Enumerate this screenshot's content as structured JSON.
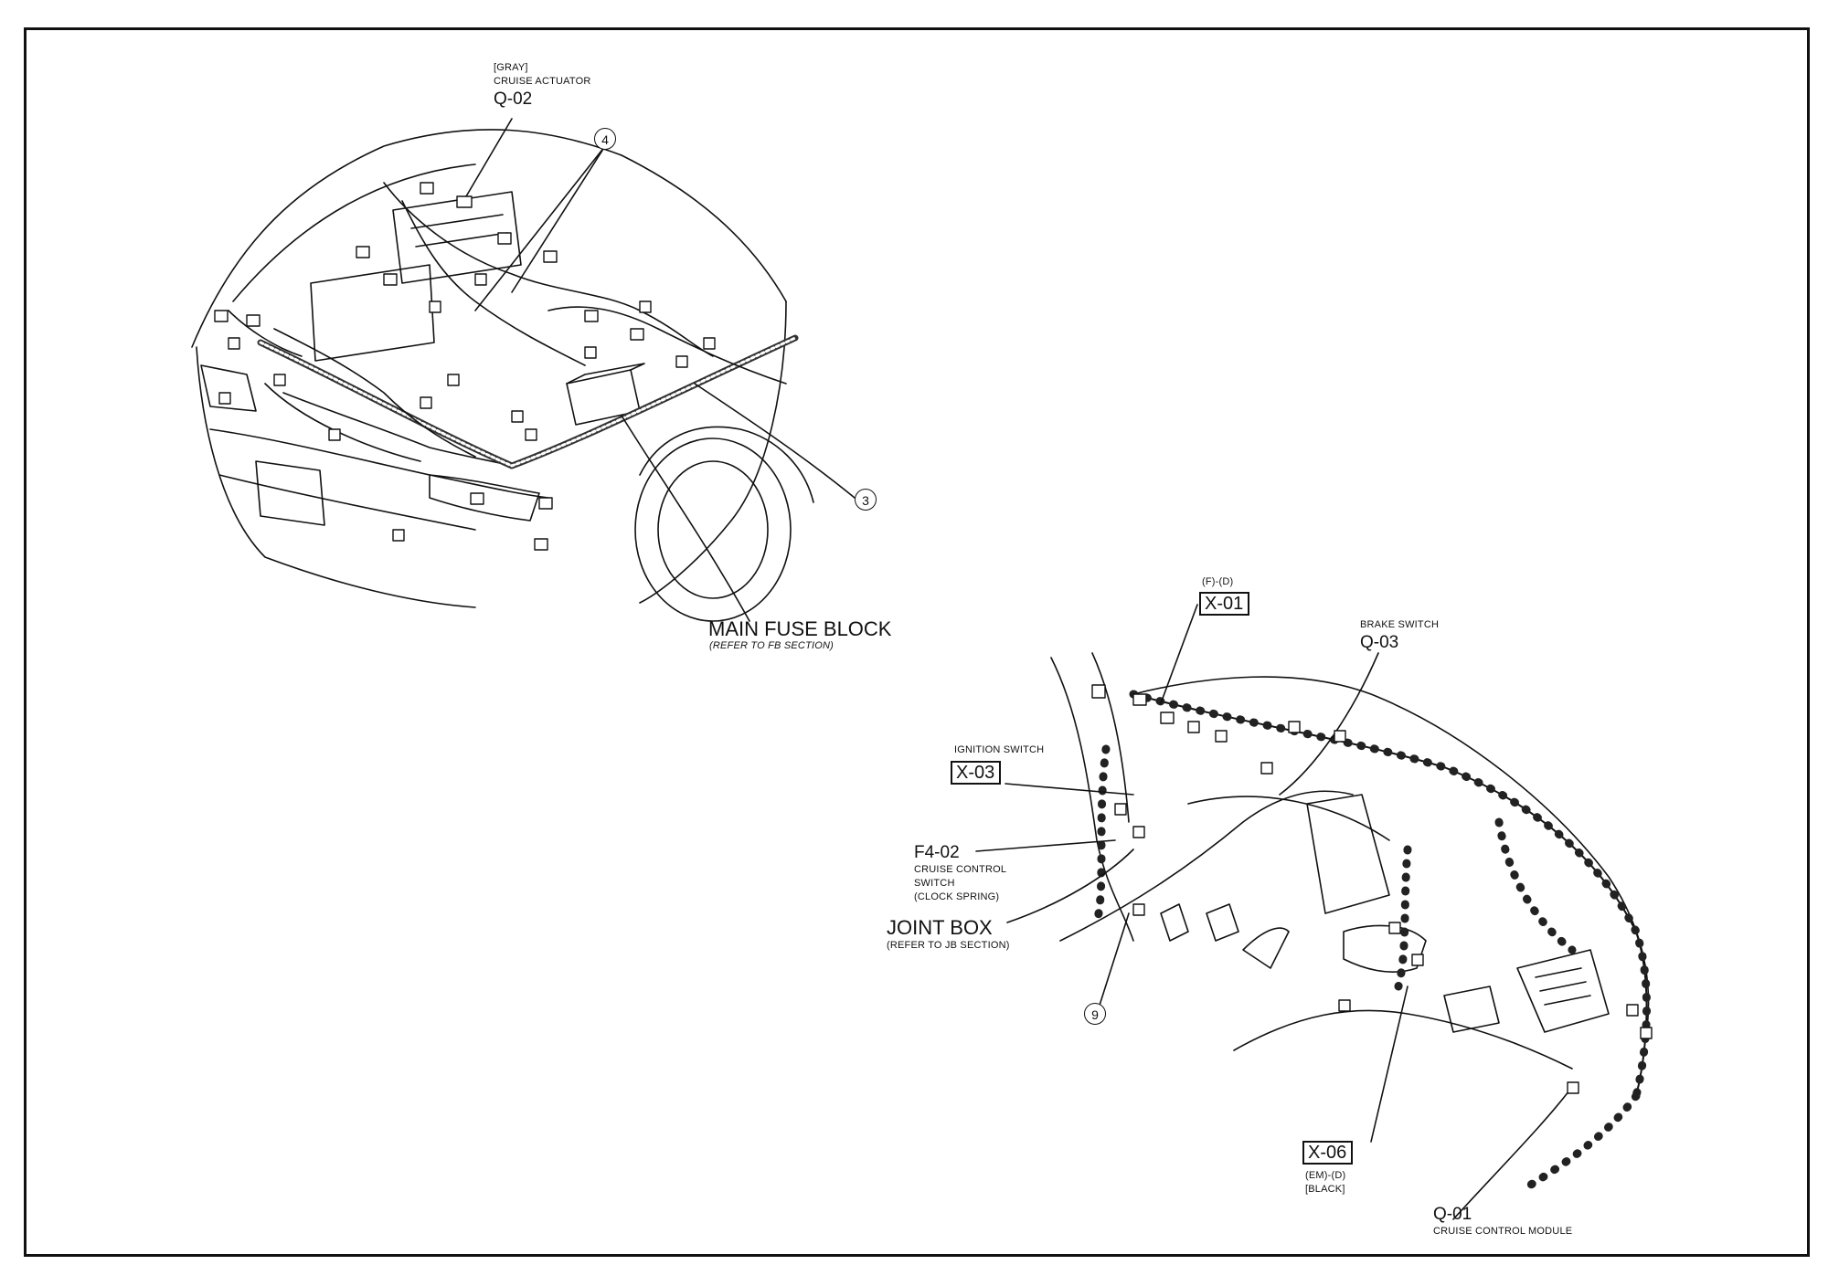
{
  "labels": {
    "q02_color": "[GRAY]",
    "q02_name": "CRUISE ACTUATOR",
    "q02_code": "Q-02",
    "callout_4": "4",
    "callout_3": "3",
    "main_fuse_block": "MAIN FUSE BLOCK",
    "main_fuse_ref": "(REFER TO FB SECTION)",
    "x01_variant": "(F)-(D)",
    "x01_code": "X-01",
    "brake_switch_name": "BRAKE SWITCH",
    "brake_switch_code": "Q-03",
    "ignition_switch_name": "IGNITION SWITCH",
    "ignition_switch_code": "X-03",
    "f402_code": "F4-02",
    "f402_name_1": "CRUISE CONTROL",
    "f402_name_2": "SWITCH",
    "f402_name_3": "(CLOCK SPRING)",
    "joint_box": "JOINT BOX",
    "joint_box_ref": "(REFER TO JB SECTION)",
    "callout_9": "9",
    "x06_code": "X-06",
    "x06_variant": "(EM)-(D)",
    "x06_color": "[BLACK]",
    "q01_code": "Q-01",
    "q01_name": "CRUISE CONTROL MODULE"
  }
}
